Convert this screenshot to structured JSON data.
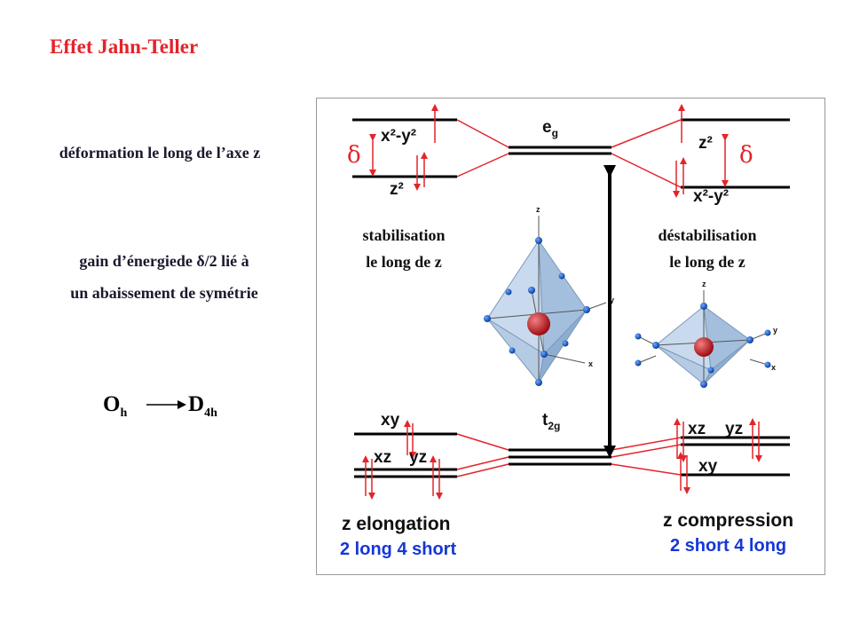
{
  "title": "Effet Jahn-Teller",
  "deformation_text": "déformation le long de l’axe z",
  "gain_line1": "gain d’énergiede δ/2 lié à",
  "gain_line2": "un abaissement de symétrie",
  "symmetry": {
    "from": "O",
    "from_sub": "h",
    "to": "D",
    "to_sub": "4h"
  },
  "diagram": {
    "eg_label": "e",
    "eg_sub": "g",
    "t2g_label": "t",
    "t2g_sub": "2g",
    "left_upper": "x²-y²",
    "left_lower": "z²",
    "right_upper": "z²",
    "right_lower": "x²-y²",
    "left_xy": "xy",
    "left_xz": "xz",
    "left_yz": "yz",
    "right_xz": "xz",
    "right_yz": "yz",
    "right_xy": "xy",
    "delta": "δ",
    "stab_line1": "stabilisation",
    "stab_line2": "le long de z",
    "destab_line1": "déstabilisation",
    "destab_line2": "le long de z",
    "elong_title": "z elongation",
    "elong_sub": "2 long 4 short",
    "comp_title": "z compression",
    "comp_sub": "2 short 4 long",
    "axis_z": "z",
    "axis_y": "y",
    "axis_x": "x"
  },
  "colors": {
    "title": "#e3242b",
    "arrow": "#e3242b",
    "caption_blue": "#1537d6",
    "octahedron": "#a9c4e0"
  }
}
